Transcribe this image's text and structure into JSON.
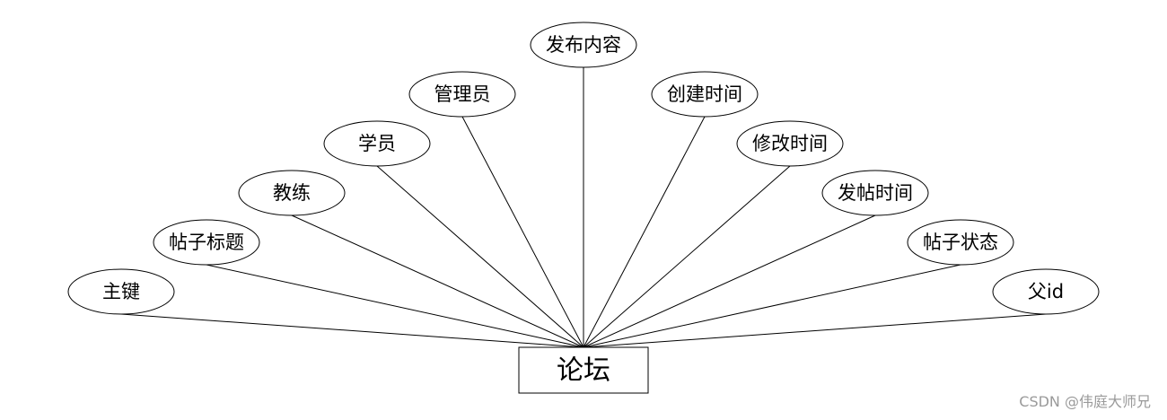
{
  "entity": {
    "label": "论坛"
  },
  "attributes": [
    {
      "label": "主键"
    },
    {
      "label": "帖子标题"
    },
    {
      "label": "教练"
    },
    {
      "label": "学员"
    },
    {
      "label": "管理员"
    },
    {
      "label": "发布内容"
    },
    {
      "label": "创建时间"
    },
    {
      "label": "修改时间"
    },
    {
      "label": "发帖时间"
    },
    {
      "label": "帖子状态"
    },
    {
      "label": "父id"
    }
  ],
  "watermark": "CSDN @伟庭大师兄",
  "colors": {
    "stroke": "#000000",
    "background": "#ffffff",
    "watermark": "#9a9a9a"
  }
}
